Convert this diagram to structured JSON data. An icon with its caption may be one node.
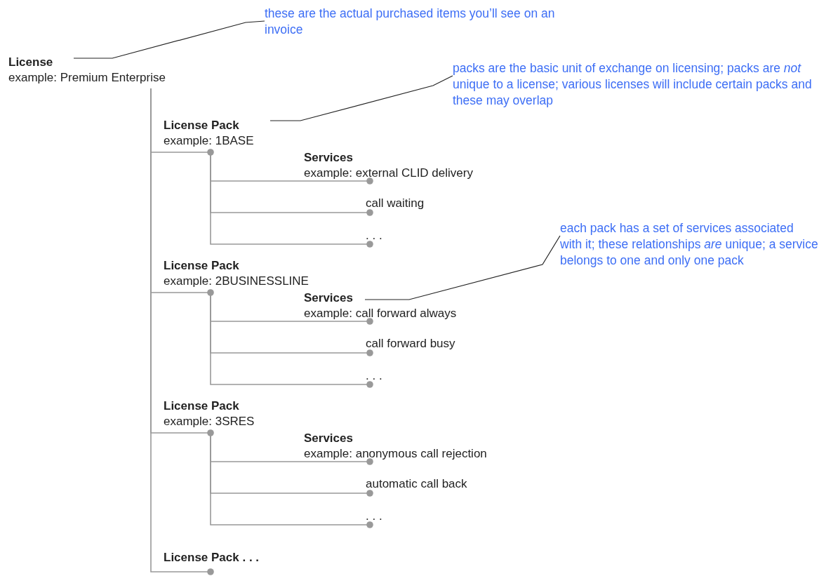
{
  "diagram": {
    "nodes": [
      {
        "text": [
          "License",
          "example: Premium Enterprise"
        ]
      },
      {
        "text": [
          "License Pack",
          "example: 1BASE"
        ]
      },
      {
        "text": [
          "Services",
          "example: external CLID delivery"
        ]
      },
      {
        "text": [
          "call waiting"
        ]
      },
      {
        "text": [
          ". . ."
        ]
      },
      {
        "text": [
          "License Pack",
          "example: 2BUSINESSLINE"
        ]
      },
      {
        "text": [
          "Services",
          "example: call forward always"
        ]
      },
      {
        "text": [
          "call forward busy"
        ]
      },
      {
        "text": [
          ". . ."
        ]
      },
      {
        "text": [
          "License Pack",
          "example: 3SRES"
        ]
      },
      {
        "text": [
          "Services",
          "example: anonymous call rejection"
        ]
      },
      {
        "text": [
          "automatic call back"
        ]
      },
      {
        "text": [
          ". . ."
        ]
      },
      {
        "text": [
          "License Pack . . ."
        ]
      },
      {
        "text": [
          "these are the actual purchased items you’ll see on an invoice"
        ]
      },
      {
        "text": [
          "packs are the basic unit of exchange on licensing; packs are *not* unique to a license; various licenses will include certain packs and these may overlap"
        ]
      },
      {
        "text": [
          "each pack has a set of services associated with it; these relationships *are* unique; a service belongs to one and only one pack"
        ]
      }
    ],
    "edges": [
      {
        "from": 0,
        "to": 1,
        "arrow": "other"
      },
      {
        "from": 1,
        "to": 2,
        "arrow": "other"
      },
      {
        "from": 1,
        "to": 3,
        "arrow": "other"
      },
      {
        "from": 1,
        "to": 4,
        "arrow": "other"
      },
      {
        "from": 0,
        "to": 5,
        "arrow": "other"
      },
      {
        "from": 5,
        "to": 6,
        "arrow": "other"
      },
      {
        "from": 5,
        "to": 7,
        "arrow": "other"
      },
      {
        "from": 5,
        "to": 8,
        "arrow": "other"
      },
      {
        "from": 0,
        "to": 9,
        "arrow": "other"
      },
      {
        "from": 9,
        "to": 10,
        "arrow": "other"
      },
      {
        "from": 9,
        "to": 11,
        "arrow": "other"
      },
      {
        "from": 9,
        "to": 12,
        "arrow": "other"
      },
      {
        "from": 0,
        "to": 13,
        "arrow": "other"
      },
      {
        "from": 14,
        "to": 0,
        "arrow": "none",
        "color": "#222222"
      },
      {
        "from": 15,
        "to": 1,
        "arrow": "none",
        "color": "#222222"
      },
      {
        "from": 16,
        "to": 6,
        "arrow": "none",
        "color": "#222222"
      }
    ]
  }
}
